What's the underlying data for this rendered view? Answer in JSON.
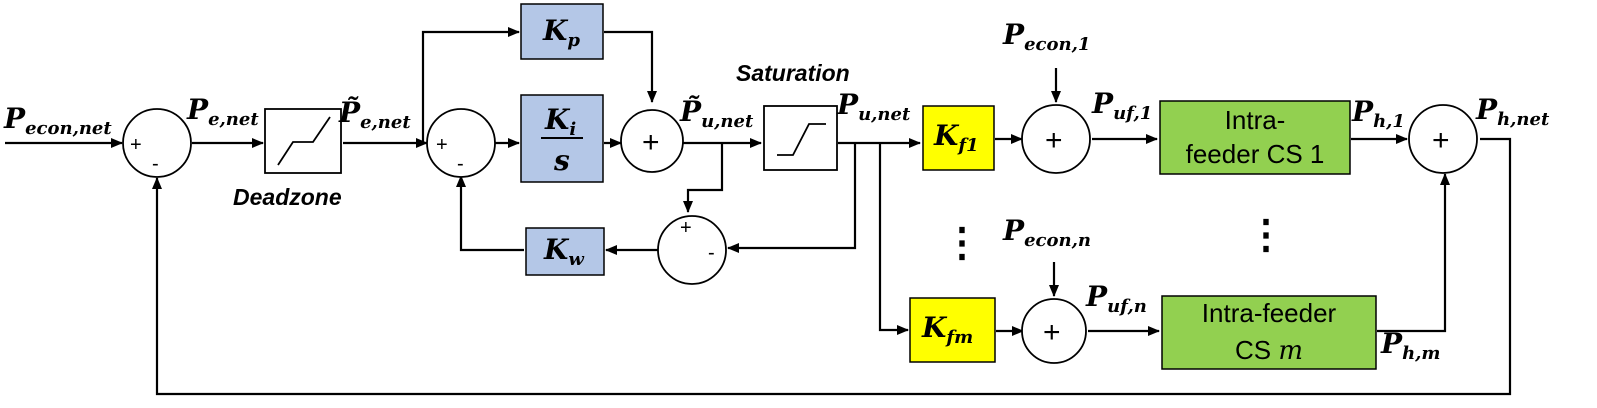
{
  "colors": {
    "gain_block": "#b4c7e7",
    "feeder_gain": "#ffff00",
    "controller": "#92d050",
    "line": "#000000"
  },
  "signals": {
    "p_econ_net": {
      "main": "P",
      "sub": "econ,net"
    },
    "p_e_net": {
      "main": "P",
      "sub": "e,net"
    },
    "p_e_net_tilde": {
      "main": "P̃",
      "sub": "e,net"
    },
    "p_u_net_tilde": {
      "main": "P̃",
      "sub": "u,net"
    },
    "p_u_net": {
      "main": "P",
      "sub": "u,net"
    },
    "p_econ_1": {
      "main": "P",
      "sub": "econ,1"
    },
    "p_econ_n": {
      "main": "P",
      "sub": "econ,n"
    },
    "p_uf_1": {
      "main": "P",
      "sub": "uf,1"
    },
    "p_uf_n": {
      "main": "P",
      "sub": "uf,n"
    },
    "p_h_1": {
      "main": "P",
      "sub": "h,1"
    },
    "p_h_m": {
      "main": "P",
      "sub": "h,m"
    },
    "p_h_net": {
      "main": "P",
      "sub": "h,net"
    }
  },
  "blocks": {
    "kp": {
      "main": "K",
      "sub": "p"
    },
    "ki": {
      "main": "K",
      "sub": "i",
      "den": "s"
    },
    "kw": {
      "main": "K",
      "sub": "w"
    },
    "kf1": {
      "main": "K",
      "sub": "f1"
    },
    "kfm": {
      "main": "K",
      "sub": "fm"
    },
    "cs1": {
      "line1": "Intra-",
      "line2": "feeder CS 1"
    },
    "csm": {
      "line1": "Intra-feeder",
      "line2": "CS ",
      "line2_var": "m"
    }
  },
  "captions": {
    "deadzone": "Deadzone",
    "saturation": "Saturation"
  },
  "summing_junctions": {
    "plus": "+",
    "minus": "-",
    "sum_symbol": "+"
  },
  "ellipsis": "⋮"
}
